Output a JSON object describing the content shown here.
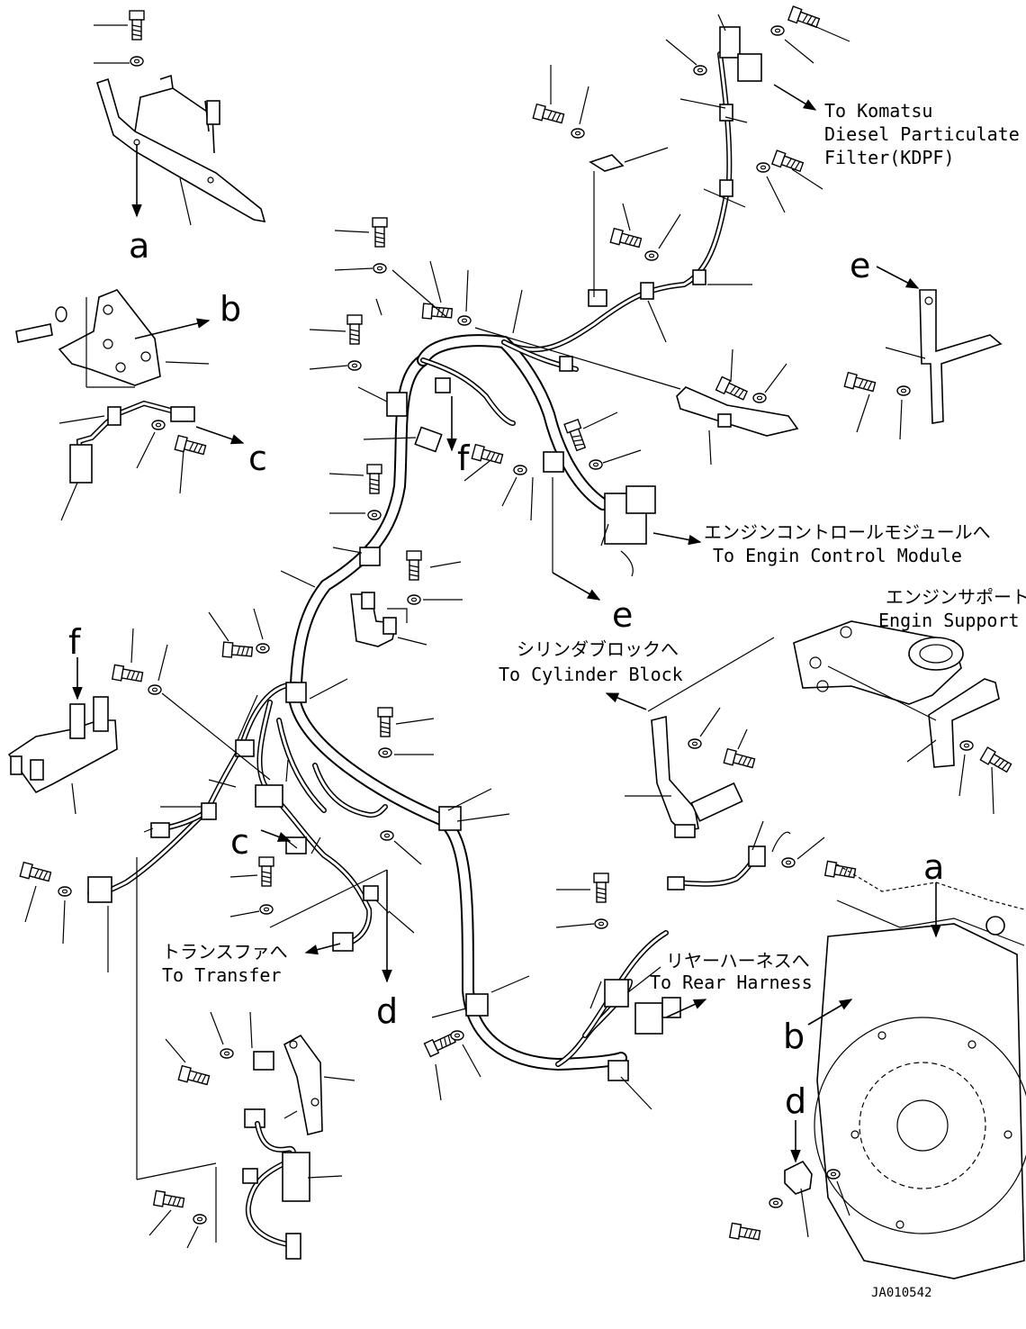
{
  "figure_code": "JA010542",
  "view_letters": {
    "a": "a",
    "b": "b",
    "c": "c",
    "d": "d",
    "e": "e",
    "f": "f"
  },
  "callouts": {
    "kdpf": [
      "To Komatsu",
      "Diesel Particulate",
      "Filter(KDPF)"
    ],
    "ecm": [
      "エンジンコントロールモジュールへ",
      "To Engin Control Module"
    ],
    "engine_support": [
      "エンジンサポート",
      "Engin Support"
    ],
    "cylinder_block": [
      "シリンダブロックへ",
      "To Cylinder Block"
    ],
    "transfer": [
      "トランスファへ",
      "To Transfer"
    ],
    "rear_harness": [
      "リヤーハーネスへ",
      "To Rear Harness"
    ]
  }
}
